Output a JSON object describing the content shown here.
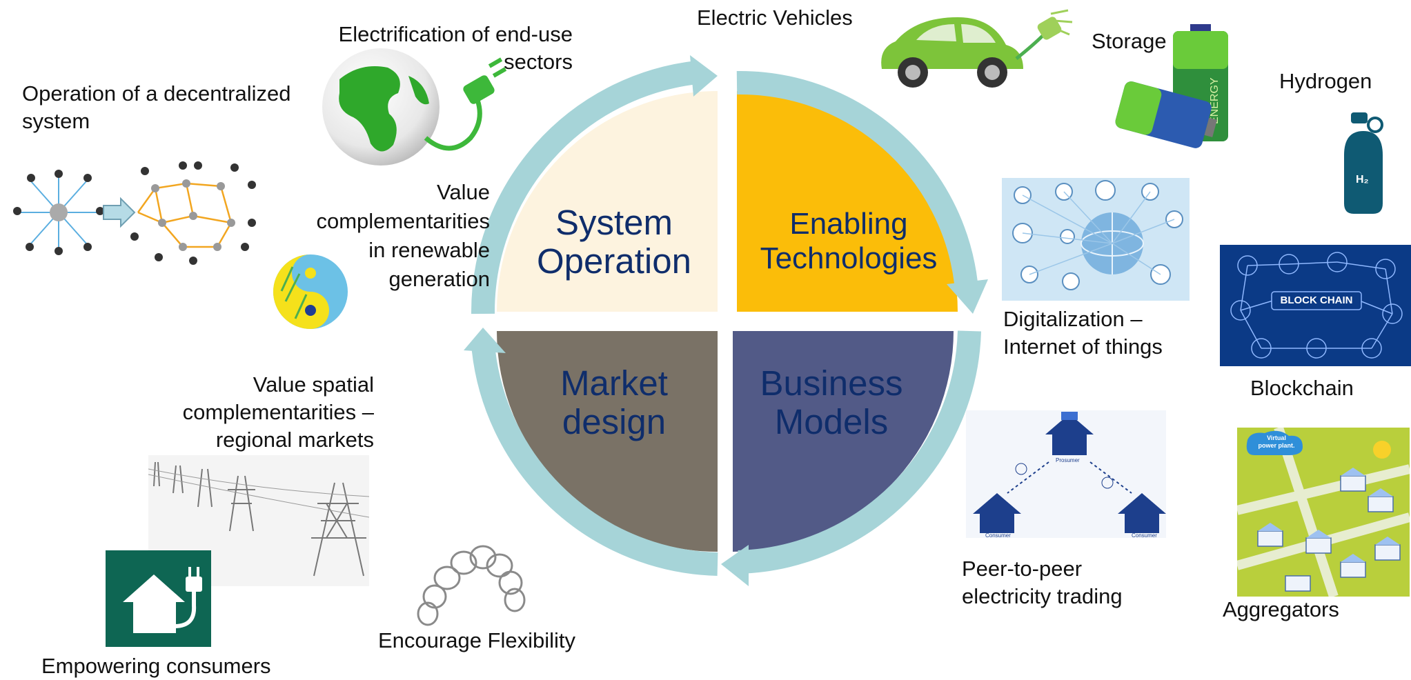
{
  "center": {
    "top_left": [
      "System",
      "Operation"
    ],
    "top_right": [
      "Enabling",
      "Technologies"
    ],
    "bottom_left": [
      "Market",
      "design"
    ],
    "bottom_right": [
      "Business",
      "Models"
    ]
  },
  "labels": {
    "electrification": [
      "Electrification of end-use",
      "sectors"
    ],
    "decentralized": [
      "Operation of a decentralized",
      "system"
    ],
    "value_renewable": [
      "Value",
      "complementarities",
      "in renewable",
      "generation"
    ],
    "value_spatial": [
      "Value spatial",
      "complementarities –",
      "regional markets"
    ],
    "empowering": "Empowering consumers",
    "flexibility": "Encourage Flexibility",
    "ev": "Electric Vehicles",
    "storage": "Storage",
    "hydrogen": "Hydrogen",
    "digitalization": [
      "Digitalization –",
      "Internet of things"
    ],
    "blockchain": "Blockchain",
    "p2p": [
      "Peer-to-peer",
      "electricity trading"
    ],
    "aggregators": "Aggregators"
  },
  "image_text": {
    "hydrogen_symbol": "H₂",
    "blockchain_banner": "BLOCK CHAIN",
    "vpp_title": [
      "Virtual",
      "power plant."
    ],
    "battery_text": "ENERGY",
    "p2p_roles": [
      "Prosumer",
      "Consumer",
      "Consumer"
    ]
  },
  "colors": {
    "ring": "#a6d4d8",
    "system_operation": "#fdf3df",
    "enabling_technologies": "#fbbd09",
    "market_design": "#7a7266",
    "business_models": "#525a87",
    "quadrant_text": "#0f2d6b"
  }
}
